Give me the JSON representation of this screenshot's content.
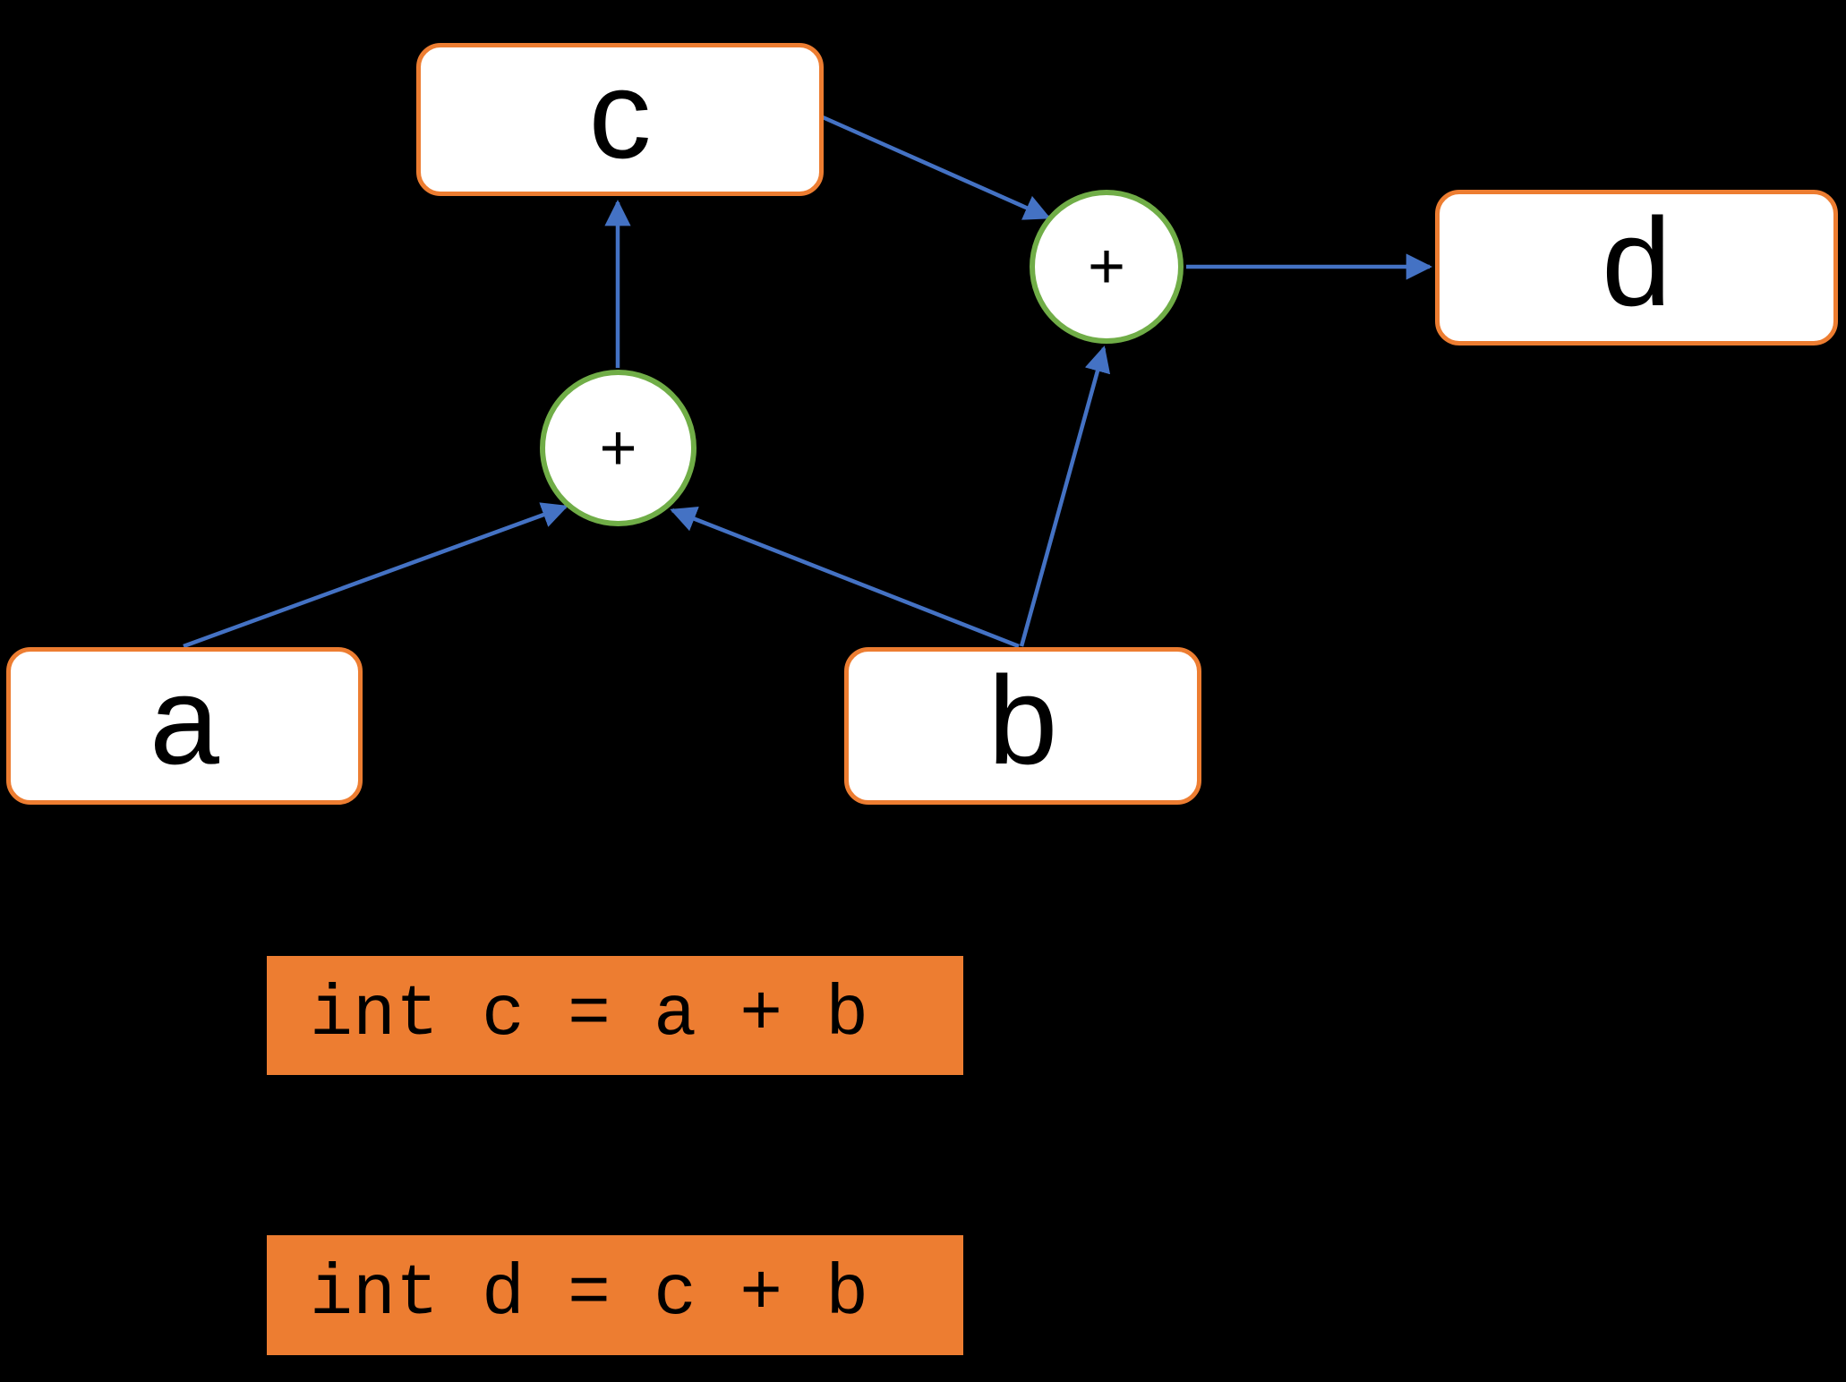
{
  "canvas": {
    "background": "#000000"
  },
  "palette": {
    "orange": "#ED7D31",
    "green": "#70AD47",
    "blue": "#4472C4",
    "node_fill": "#FFFFFF",
    "text": "#000000"
  },
  "graph": {
    "variables": [
      {
        "id": "a",
        "label": "a"
      },
      {
        "id": "b",
        "label": "b"
      },
      {
        "id": "c",
        "label": "c"
      },
      {
        "id": "d",
        "label": "d"
      }
    ],
    "operators": [
      {
        "id": "plus1",
        "label": "+"
      },
      {
        "id": "plus2",
        "label": "+"
      }
    ],
    "edges": [
      {
        "from": "a",
        "to": "plus1"
      },
      {
        "from": "b",
        "to": "plus1"
      },
      {
        "from": "plus1",
        "to": "c"
      },
      {
        "from": "c",
        "to": "plus2"
      },
      {
        "from": "b",
        "to": "plus2"
      },
      {
        "from": "plus2",
        "to": "d"
      }
    ]
  },
  "code_lines": [
    {
      "text": "int c = a + b"
    },
    {
      "text": "int d = c + b"
    }
  ]
}
